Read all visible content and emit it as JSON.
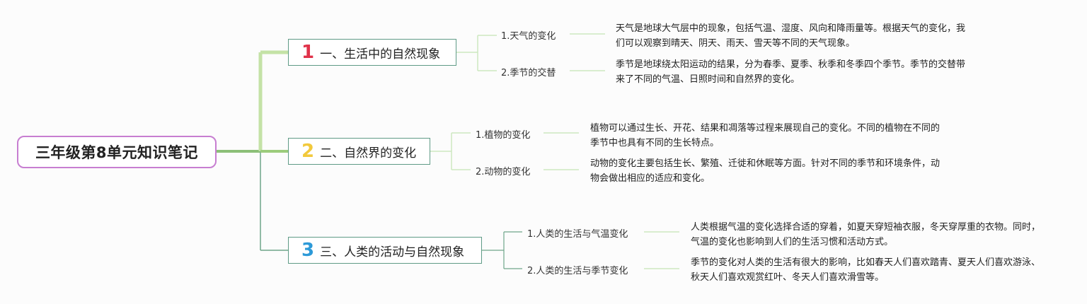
{
  "root": {
    "title": "三年级第8单元知识笔记"
  },
  "colors": {
    "root_border": "#c77ed1",
    "branch_border": "#5f9b86",
    "num_1": "#e0324a",
    "num_2": "#f2c93c",
    "num_3": "#2d9ad8",
    "trunk_line": "#9ccc7c",
    "sub_line": "#cde8c0"
  },
  "branches": [
    {
      "number": "1",
      "label": "一、生活中的自然现象",
      "subs": [
        {
          "label": "1.天气的变化",
          "desc": "天气是地球大气层中的现象，包括气温、湿度、风向和降雨量等。根据天气的变化，我们可以观察到晴天、阴天、雨天、雪天等不同的天气现象。"
        },
        {
          "label": "2.季节的交替",
          "desc": "季节是地球绕太阳运动的结果，分为春季、夏季、秋季和冬季四个季节。季节的交替带来了不同的气温、日照时间和自然界的变化。"
        }
      ]
    },
    {
      "number": "2",
      "label": "二、自然界的变化",
      "subs": [
        {
          "label": "1.植物的变化",
          "desc": "植物可以通过生长、开花、结果和凋落等过程来展现自己的变化。不同的植物在不同的季节中也具有不同的生长特点。"
        },
        {
          "label": "2.动物的变化",
          "desc": "动物的变化主要包括生长、繁殖、迁徙和休眠等方面。针对不同的季节和环境条件，动物会做出相应的适应和变化。"
        }
      ]
    },
    {
      "number": "3",
      "label": "三、人类的活动与自然现象",
      "subs": [
        {
          "label": "1.人类的生活与气温变化",
          "desc": "人类根据气温的变化选择合适的穿着，如夏天穿短袖衣服，冬天穿厚重的衣物。同时，气温的变化也影响到人们的生活习惯和活动方式。"
        },
        {
          "label": "2.人类的生活与季节变化",
          "desc": "季节的变化对人类的生活有很大的影响，比如春天人们喜欢踏青、夏天人们喜欢游泳、秋天人们喜欢观赏红叶、冬天人们喜欢滑雪等。"
        }
      ]
    }
  ]
}
